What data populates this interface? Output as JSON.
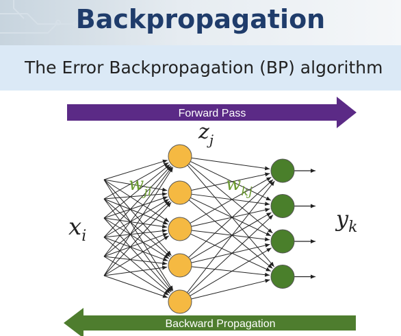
{
  "header": {
    "title": "Backpropagation",
    "subtitle": "The Error Backpropagation (BP) algorithm"
  },
  "diagram": {
    "forward_label": "Forward Pass",
    "backward_label": "Backward Propagation",
    "input_label": "x",
    "input_sub": "i",
    "hidden_label": "z",
    "hidden_sub": "j",
    "output_label": "y",
    "output_sub": "k",
    "weight1_label": "w",
    "weight1_sub": "ji",
    "weight2_label": "w",
    "weight2_sub": "kj",
    "input_count": 6,
    "hidden_count": 5,
    "output_count": 4,
    "colors": {
      "forward": "#5b2a86",
      "backward": "#4e7d2e",
      "hidden_node": "#f5b942",
      "output_node": "#4a7f2b",
      "weight_label": "#6a9a2e"
    }
  }
}
